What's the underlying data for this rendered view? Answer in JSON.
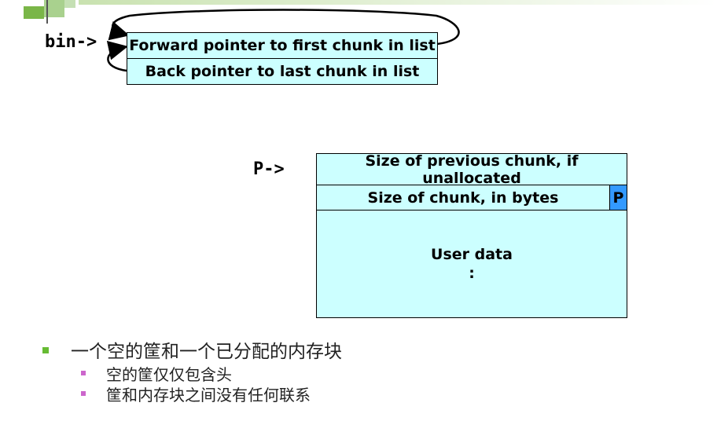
{
  "bin_diagram": {
    "label": "bin->",
    "forward": "Forward pointer to first chunk in list",
    "back": "Back pointer to last chunk in list"
  },
  "chunk_diagram": {
    "label": "P->",
    "prev_size": "Size of previous chunk, if unallocated",
    "size": "Size of chunk, in bytes",
    "p_flag": "P",
    "user_data": "User data",
    "ellipsis": ":"
  },
  "bullets": {
    "main": "一个空的筐和一个已分配的内存块",
    "sub": [
      "空的筐仅仅包含头",
      "筐和内存块之间没有任何联系"
    ]
  },
  "colors": {
    "cell_fill": "#ccffff",
    "flag_fill": "#3399ff",
    "bullet_main": "#66bb33",
    "bullet_sub": "#cc66cc"
  }
}
